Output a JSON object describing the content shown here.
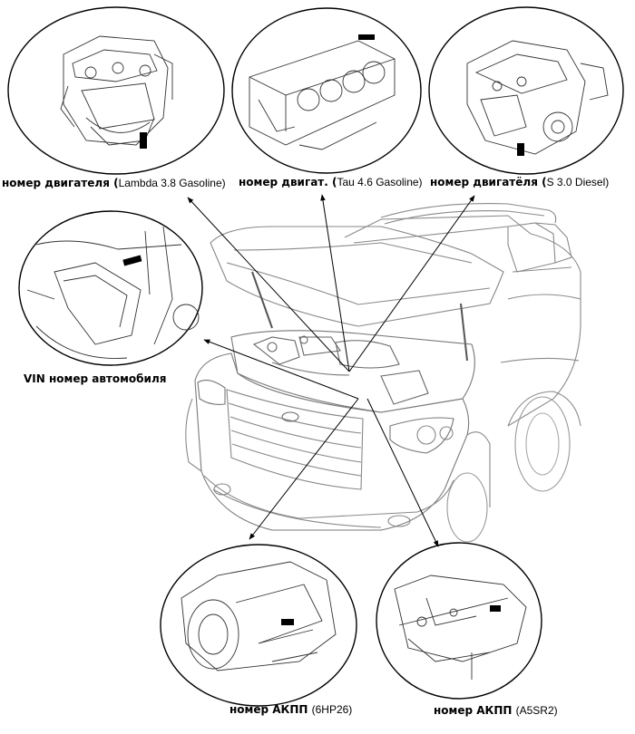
{
  "labels": {
    "engine_lambda": {
      "bold": "номер двигателя (",
      "normal": "Lambda 3.8 Gasoline)"
    },
    "engine_tau": {
      "bold": "номер двигат. (",
      "normal": "Tau 4.6 Gasoline)"
    },
    "engine_s": {
      "bold": "номер двигатёля (",
      "normal": "S 3.0 Diesel)"
    },
    "vin": {
      "bold": "VIN номер автомобиля",
      "normal": ""
    },
    "trans_6hp26": {
      "bold": "номер АКПП ",
      "normal": "(6HP26)"
    },
    "trans_a5sr2": {
      "bold": "номер АКПП ",
      "normal": "(A5SR2)"
    }
  }
}
